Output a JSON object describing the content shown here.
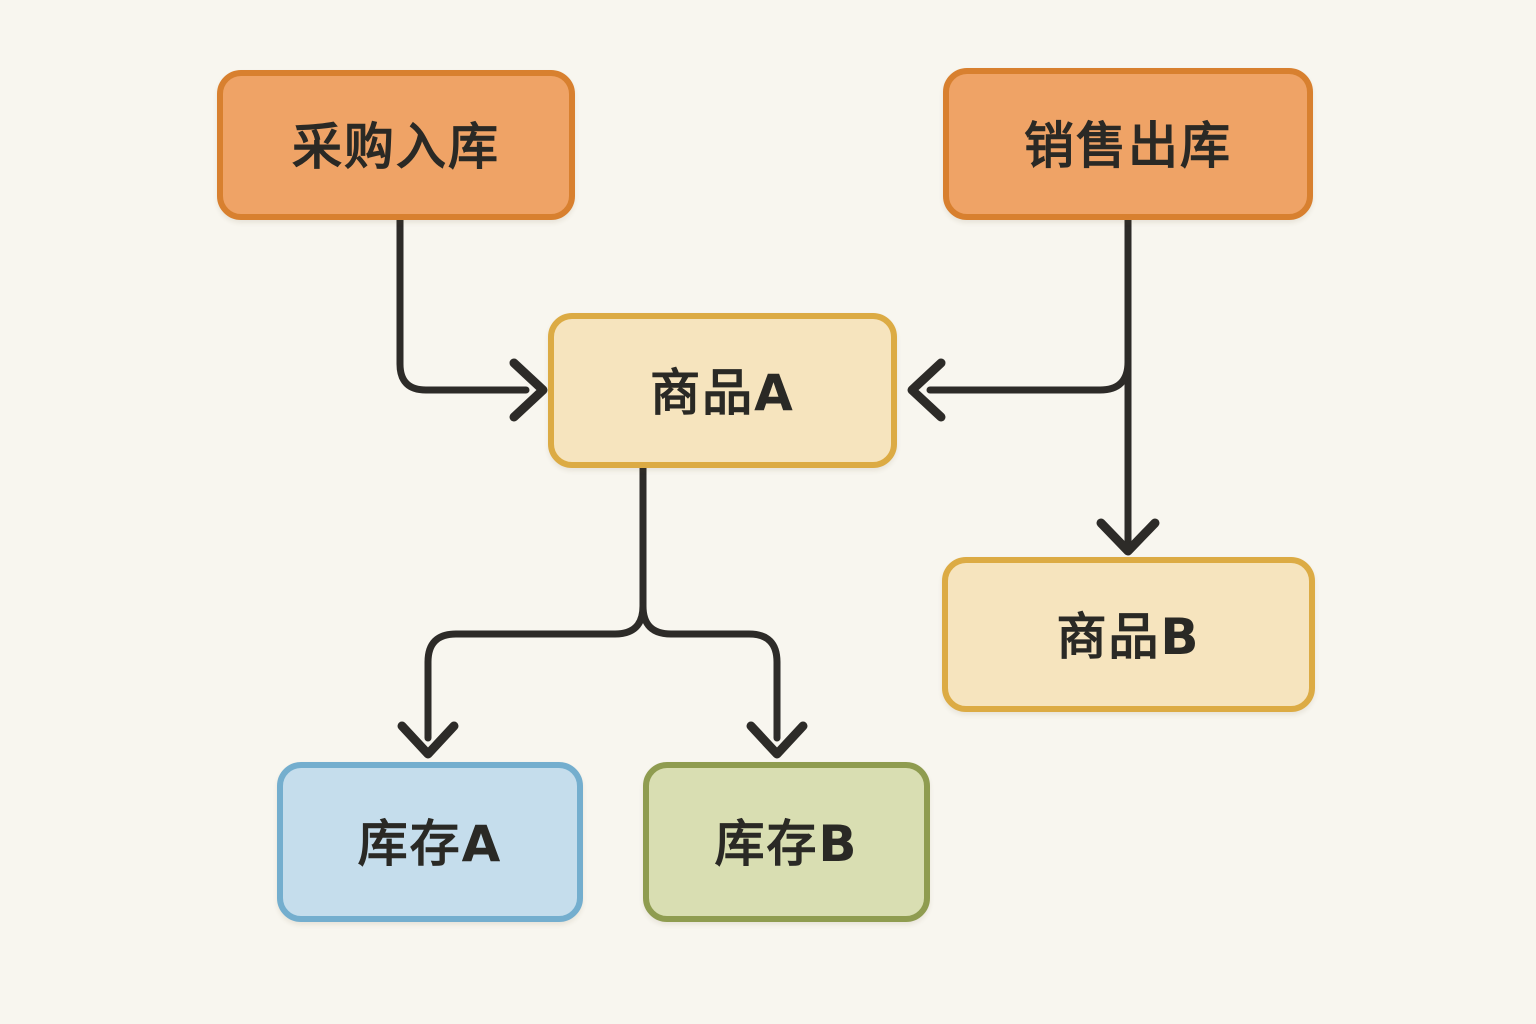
{
  "diagram": {
    "type": "flowchart",
    "background_color": "#f8f6ef",
    "connector_color": "#2d2b28",
    "text_color": "#2a2925",
    "nodes": [
      {
        "id": "purchase-inbound",
        "label": "采购入库",
        "fill": "#efa366",
        "border": "#d8802f"
      },
      {
        "id": "sales-outbound",
        "label": "销售出库",
        "fill": "#efa366",
        "border": "#d8802f"
      },
      {
        "id": "product-a",
        "label": "商品A",
        "fill": "#f6e4be",
        "border": "#dcab44"
      },
      {
        "id": "product-b",
        "label": "商品B",
        "fill": "#f6e4be",
        "border": "#dcab44"
      },
      {
        "id": "stock-a",
        "label": "库存A",
        "fill": "#c5ddec",
        "border": "#74aece"
      },
      {
        "id": "stock-b",
        "label": "库存B",
        "fill": "#d9deb2",
        "border": "#8f9c50"
      }
    ],
    "edges": [
      {
        "from": "采购入库",
        "to": "商品A",
        "direction": "down-then-right"
      },
      {
        "from": "销售出库",
        "to": "商品A",
        "direction": "down-then-left"
      },
      {
        "from": "销售出库",
        "to": "商品B",
        "direction": "down"
      },
      {
        "from": "商品A",
        "to": "库存A",
        "direction": "down-split-left"
      },
      {
        "from": "商品A",
        "to": "库存B",
        "direction": "down-split-right"
      }
    ]
  }
}
